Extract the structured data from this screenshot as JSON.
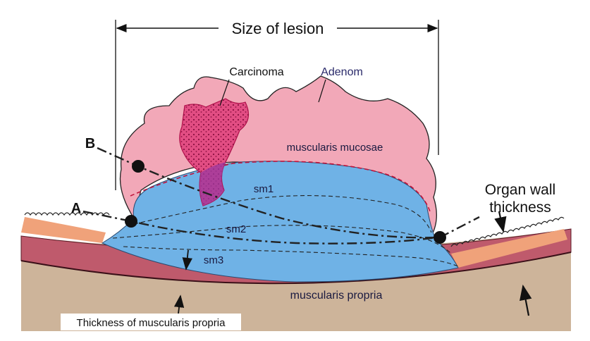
{
  "labels": {
    "size_of_lesion": "Size of lesion",
    "carcinoma": "Carcinoma",
    "adenoma": "Adenom",
    "muscularis_mucosae": "muscularis mucosae",
    "sm1": "sm1",
    "sm2": "sm2",
    "sm3": "sm3",
    "muscularis_propria": "muscularis propria",
    "organ_wall_line1": "Organ wall",
    "organ_wall_line2": "thickness",
    "point_a": "A",
    "point_b": "B",
    "thickness_propria": "Thickness of muscularis propria"
  },
  "colors": {
    "background": "#ffffff",
    "tissue_base": "#cdb49a",
    "muscularis_propria": "#bf5a6c",
    "submucosa": "#6fb2e6",
    "adenoma": "#f2a8b8",
    "carcinoma": "#e24d83",
    "mucosa_band": "#f0a27a",
    "outline": "#1a1a1a"
  }
}
